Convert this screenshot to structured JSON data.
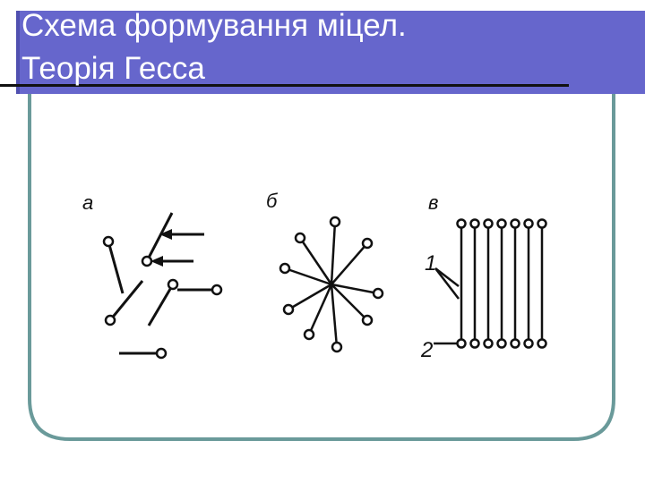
{
  "slide": {
    "title_line_1": "Схема формування міцел.",
    "title_line_2": "Теорія Гесса",
    "colors": {
      "header": "#6666cc",
      "frame": "#6a9a9a",
      "ink": "#111111"
    }
  },
  "diagram": {
    "panels": [
      {
        "label": "а"
      },
      {
        "label": "б"
      },
      {
        "label": "в"
      }
    ],
    "markers": [
      "1",
      "2"
    ]
  }
}
